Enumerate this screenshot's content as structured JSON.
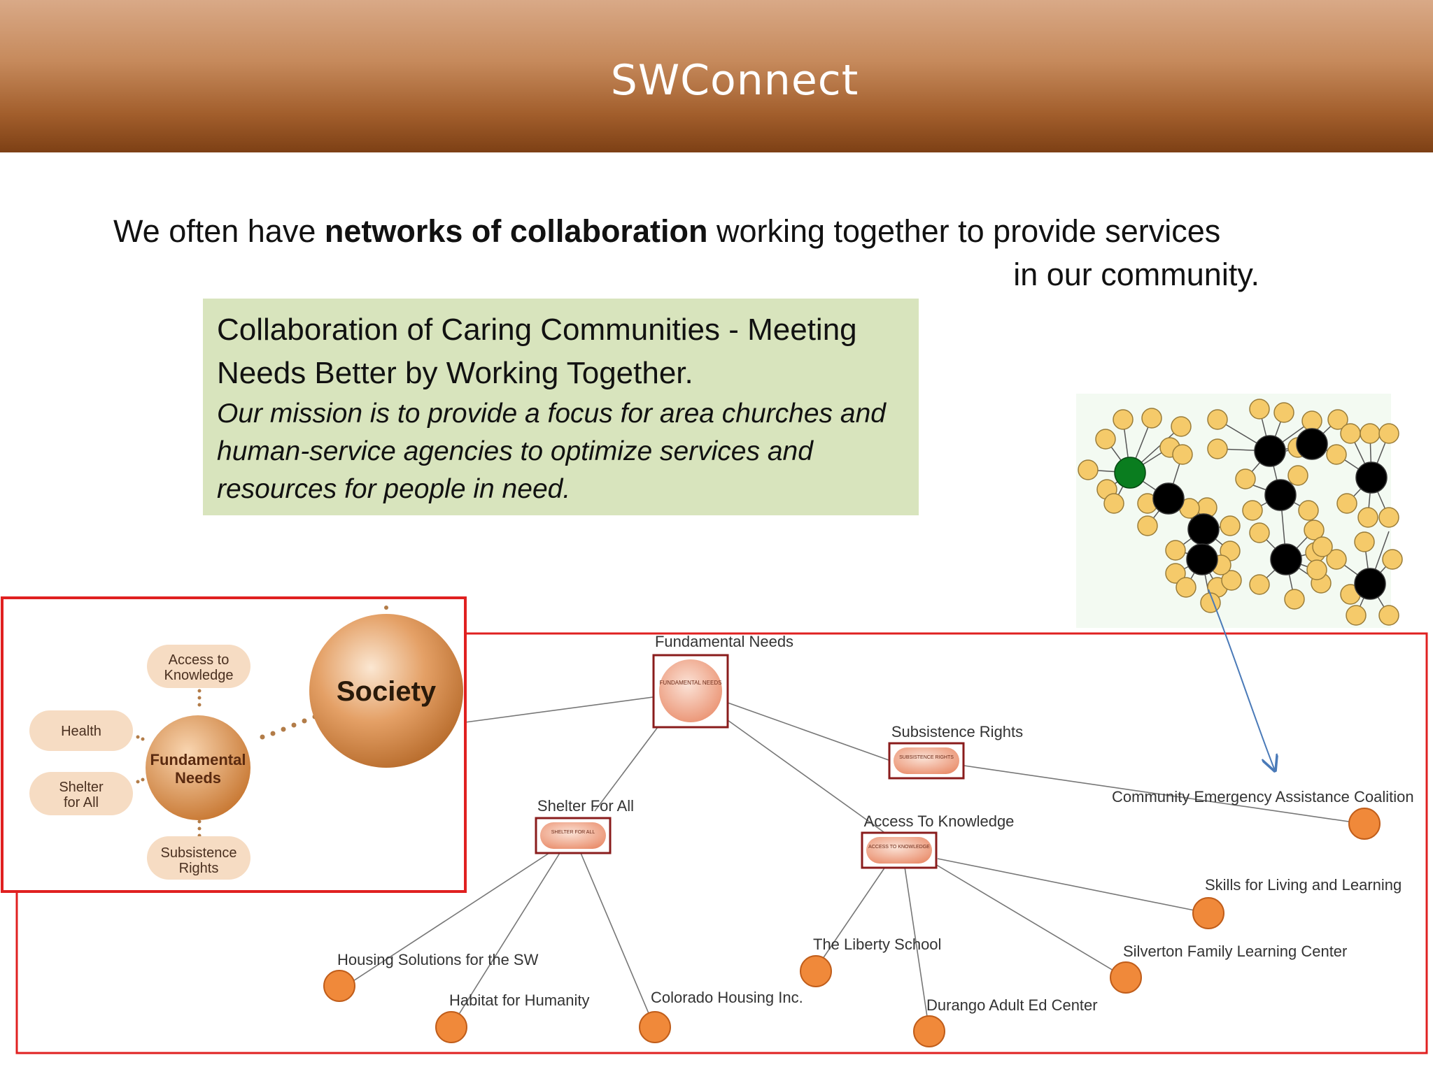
{
  "header": {
    "title": "SWConnect"
  },
  "intro": {
    "before": "We often have ",
    "bold": "networks of collaboration",
    "after": " working together to provide services",
    "line2": "in our community."
  },
  "mission_box": {
    "heading": "Collaboration of Caring Communities - Meeting Needs Better by Working Together.",
    "body": "Our mission is to provide a focus for area churches and human-service agencies to optimize services and resources for people in need."
  },
  "left_diagram": {
    "society": "Society",
    "center_line1": "Fundamental",
    "center_line2": "Needs",
    "access_line1": "Access to",
    "access_line2": "Knowledge",
    "health": "Health",
    "shelter_line1": "Shelter",
    "shelter_line2": "for All",
    "subsistence_line1": "Subsistence",
    "subsistence_line2": "Rights"
  },
  "network_map": {
    "fundamental_needs": "Fundamental Needs",
    "fundamental_needs_box": "FUNDAMENTAL NEEDS",
    "subsistence_rights": "Subsistence Rights",
    "subsistence_rights_box": "SUBSISTENCE RIGHTS",
    "shelter_for_all": "Shelter For All",
    "shelter_for_all_box": "SHELTER FOR ALL",
    "access_to_knowledge": "Access To Knowledge",
    "access_to_knowledge_box": "ACCESS TO KNOWLEDGE",
    "ceac": "Community Emergency Assistance Coalition",
    "skills": "Skills for Living and Learning",
    "silverton": "Silverton Family Learning Center",
    "liberty": "The Liberty School",
    "durango": "Durango Adult Ed Center",
    "colorado_housing": "Colorado Housing Inc.",
    "habitat": "Habitat for Humanity",
    "housing_solutions": "Housing Solutions for the SW"
  },
  "colors": {
    "header_top": "#d9a987",
    "header_bottom": "#7d4015",
    "mission_bg": "#d8e4bd",
    "frame_red": "#e02020",
    "org_node": "#f0893a",
    "graph_node_yellow": "#f5ca6a",
    "graph_node_black": "#000000",
    "graph_node_green": "#0a7d1f",
    "arrow_blue": "#4a7ab8"
  }
}
